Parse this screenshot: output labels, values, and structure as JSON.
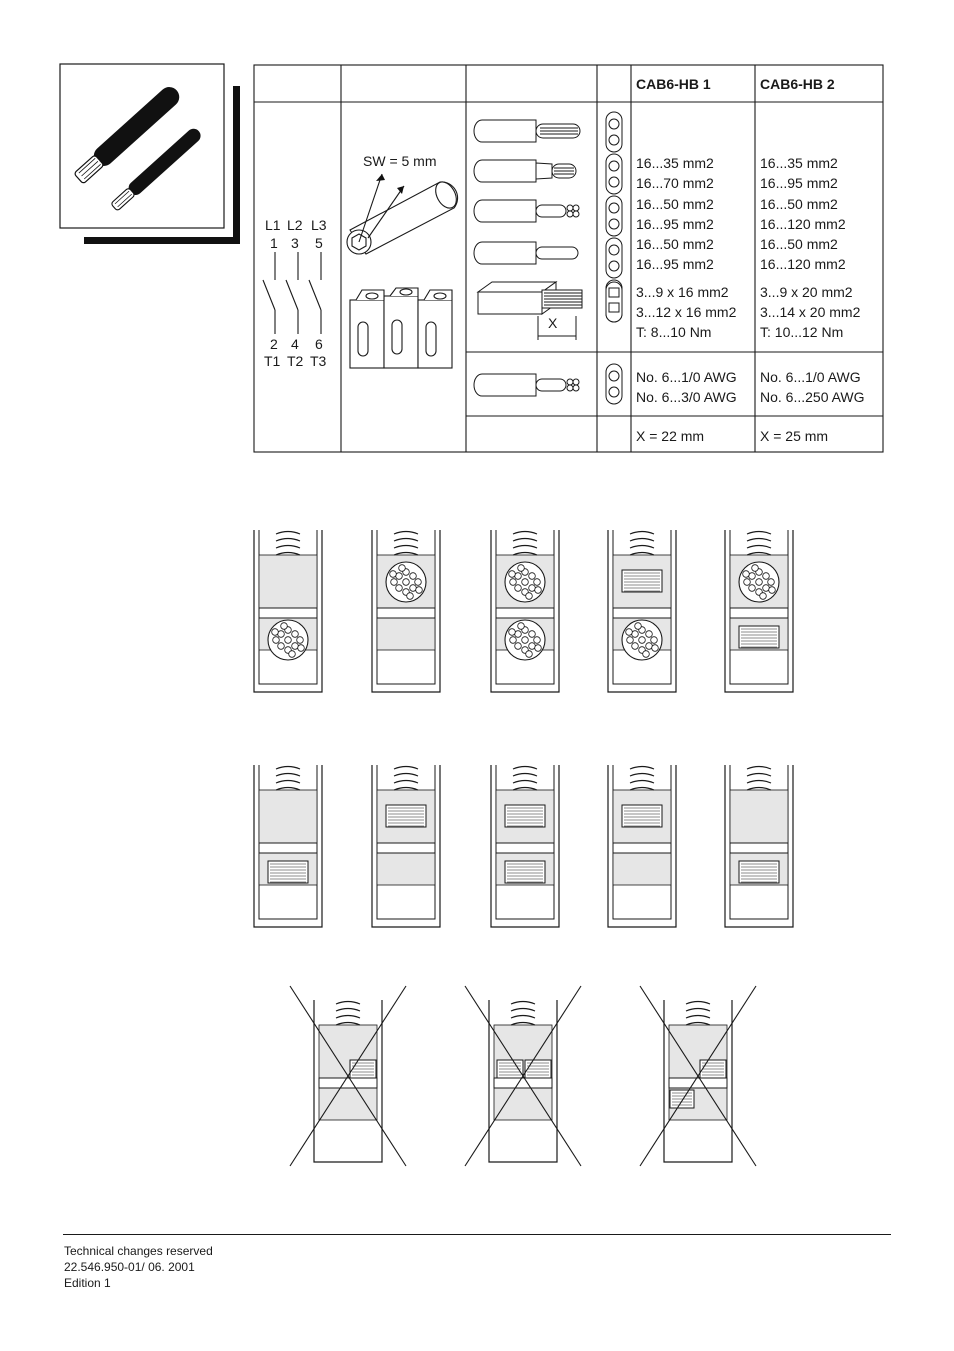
{
  "header": {
    "col_hb1": "CAB6-HB 1",
    "col_hb2": "CAB6-HB 2"
  },
  "schematic": {
    "top_labels": [
      "L1",
      "L2",
      "L3"
    ],
    "top_numbers": [
      "1",
      "3",
      "5"
    ],
    "bottom_numbers": [
      "2",
      "4",
      "6"
    ],
    "bottom_labels": [
      "T1",
      "T2",
      "T3"
    ]
  },
  "wrench_label": "SW = 5 mm",
  "dimension_label": "X",
  "hb1": {
    "metric": [
      "16...35 mm2",
      "16...70 mm2",
      "16...50 mm2",
      "16...95 mm2",
      "16...50 mm2",
      "16...95 mm2"
    ],
    "flat": [
      "3...9 x 16 mm2",
      "3...12 x 16 mm2",
      "T: 8...10 Nm"
    ],
    "awg": [
      "No. 6...1/0 AWG",
      "No. 6...3/0 AWG"
    ],
    "x": "X = 22 mm"
  },
  "hb2": {
    "metric": [
      "16...35 mm2",
      "16...95 mm2",
      "16...50 mm2",
      "16...120 mm2",
      "16...50 mm2",
      "16...120 mm2"
    ],
    "flat": [
      "3...9 x 20 mm2",
      "3...14 x 20 mm2",
      "T: 10...12 Nm"
    ],
    "awg": [
      "No. 6...1/0 AWG",
      "No. 6...250 AWG"
    ],
    "x": "X = 25 mm"
  },
  "footer": {
    "line1": "Technical changes reserved",
    "line2": "22.546.950-01/ 06. 2001",
    "line3": "Edition 1"
  }
}
